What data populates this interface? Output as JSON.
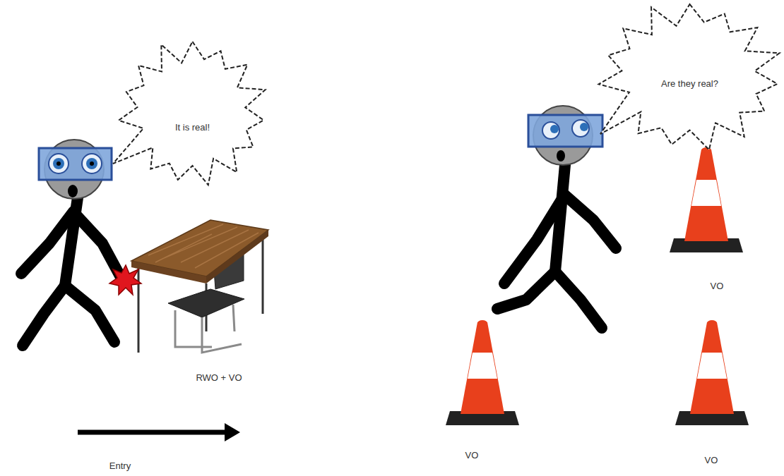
{
  "diagram": {
    "nodes": [
      {
        "text": [
          "It is real!"
        ]
      },
      {
        "text": [
          "Are they real?"
        ]
      }
    ],
    "labels": [
      "VO",
      "RWO + VO",
      "Entry",
      "VO",
      "VO"
    ]
  }
}
